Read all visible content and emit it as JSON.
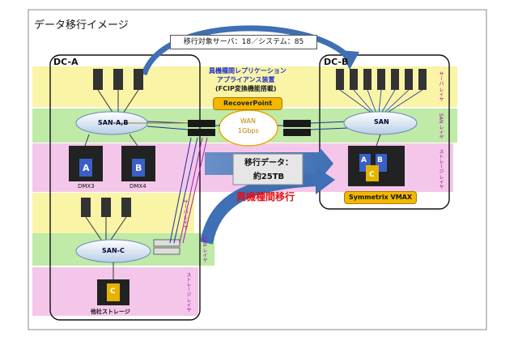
{
  "title": "データ移行イメージ",
  "migration_count": "移行対象サーバ：18／システム：85",
  "dc_a": {
    "label": "DC-A",
    "san_ab": "SAN-A,B",
    "arrays": [
      "DMX3",
      "DMX4"
    ],
    "array_letters": [
      "A",
      "B"
    ],
    "san_c": "SAN-C",
    "other_storage": "他社ストレージ",
    "other_letter": "C"
  },
  "dc_b": {
    "label": "DC-B",
    "san": "SAN",
    "array_letters": [
      "A",
      "B",
      "C"
    ],
    "vmax": "Symmetrix VMAX"
  },
  "appliance": [
    "異機種間レプリケーション",
    "アプライアンス装置",
    "(FCIP変換機能搭載)"
  ],
  "recoverpoint": "RecoverPoint",
  "wan": [
    "WAN",
    "1Gbps"
  ],
  "migration_data": [
    "移行データ：",
    "約25TB"
  ],
  "heterogeneous": "異機種間移行",
  "layers": {
    "server": "サーバ レイヤ",
    "san": "SAN レイヤ",
    "storage": "ストレージ レイヤ"
  },
  "colors": {
    "server_band": "#f9f4a6",
    "san_band": "#bfeaa8",
    "storage_band": "#f4c7ea",
    "accent_blue": "#3f6fb5",
    "recoverpoint": "#f2b800",
    "alert_red": "#e0101a"
  }
}
